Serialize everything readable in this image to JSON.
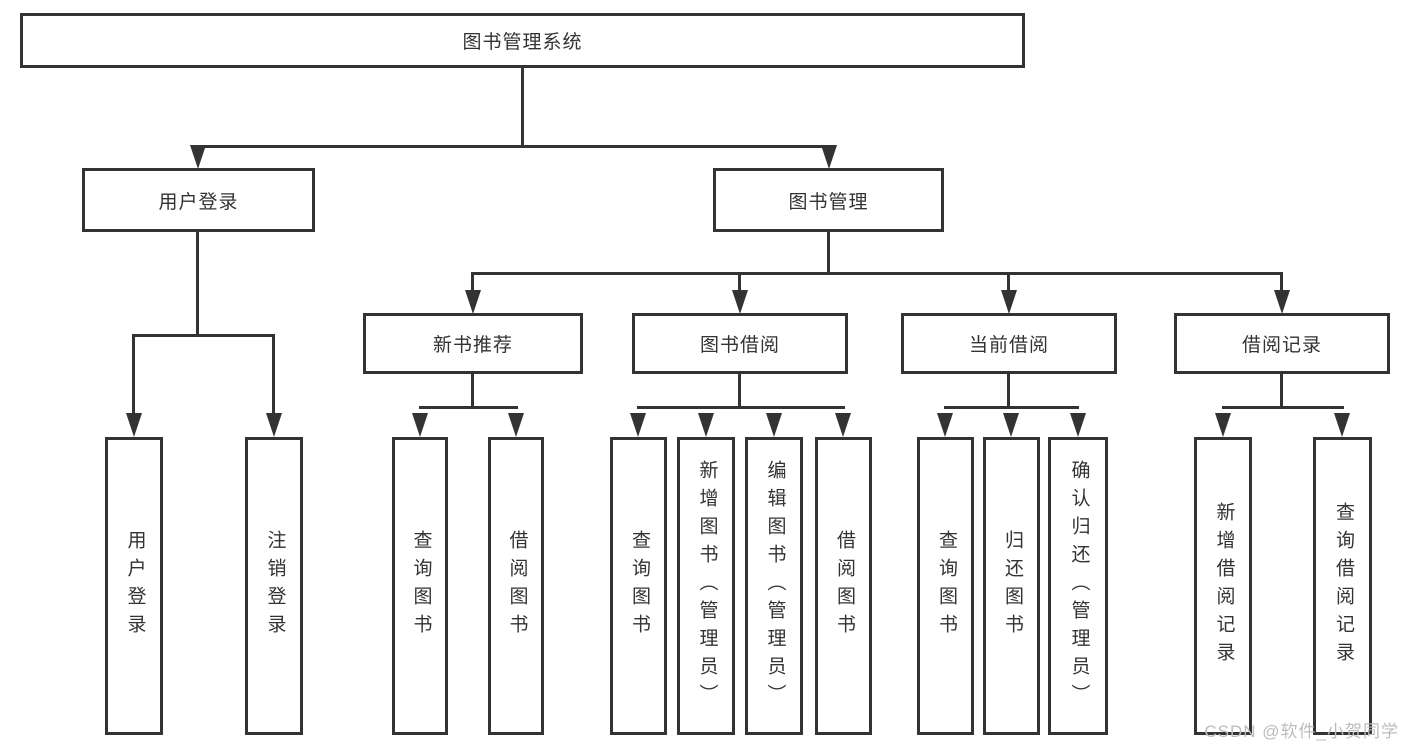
{
  "tree": {
    "root": "图书管理系统",
    "level1": [
      "用户登录",
      "图书管理"
    ],
    "level2": [
      "新书推荐",
      "图书借阅",
      "当前借阅",
      "借阅记录"
    ],
    "leaves": {
      "user_login": [
        "用户登录",
        "注销登录"
      ],
      "new_books": [
        "查询图书",
        "借阅图书"
      ],
      "book_borrow": [
        "查询图书",
        "新增图书（管理员）",
        "编辑图书（管理员）",
        "借阅图书"
      ],
      "current_borrow": [
        "查询图书",
        "归还图书",
        "确认归还（管理员）"
      ],
      "borrow_records": [
        "新增借阅记录",
        "查询借阅记录"
      ]
    }
  },
  "watermark": "CSDN @软件_小贺同学",
  "colors": {
    "line": "#333333",
    "text": "#333333",
    "watermark": "#bcbcbc",
    "background": "#ffffff"
  }
}
